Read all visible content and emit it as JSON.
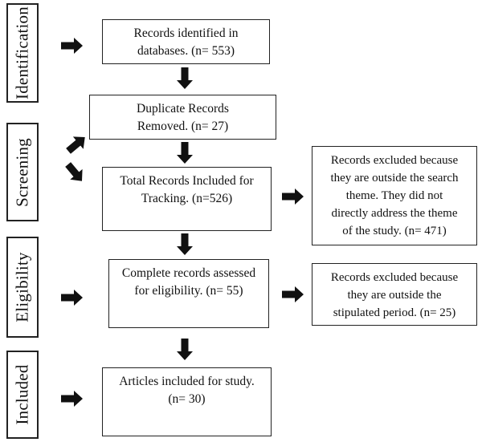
{
  "phases": {
    "identification": "Identification",
    "screening": "Screening",
    "eligibility": "Eligibility",
    "included": "Included"
  },
  "boxes": {
    "identified": [
      "Records identified in",
      "databases. (n= 553)"
    ],
    "duplicates": [
      "Duplicate Records",
      "Removed. (n= 27)"
    ],
    "tracking": [
      "Total Records Included for",
      "Tracking. (n=526)"
    ],
    "excluded_theme": [
      "Records excluded because",
      "they are outside the search",
      "theme. They did not",
      "directly address the theme",
      "of the study. (n= 471)"
    ],
    "assessed": [
      "Complete records assessed",
      "for eligibility. (n= 55)"
    ],
    "excluded_period": [
      "Records excluded because",
      "they are outside the",
      "stipulated period. (n= 25)"
    ],
    "included": [
      "Articles included for study.",
      "(n= 30)"
    ]
  }
}
